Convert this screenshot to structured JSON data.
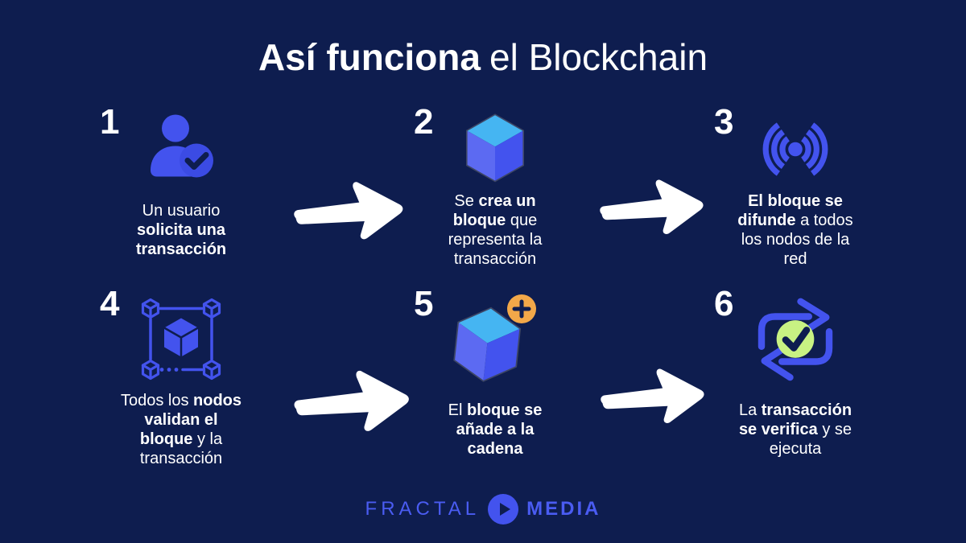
{
  "title": {
    "bold": "Así funciona",
    "regular": "el Blockchain"
  },
  "steps": [
    {
      "number": "1",
      "icon": "user-check-icon",
      "lines": [
        [
          {
            "t": "Un usuario",
            "b": false
          }
        ],
        [
          {
            "t": "solicita una",
            "b": true
          }
        ],
        [
          {
            "t": "transacción",
            "b": true
          }
        ]
      ]
    },
    {
      "number": "2",
      "icon": "cube-icon",
      "lines": [
        [
          {
            "t": "Se ",
            "b": false
          },
          {
            "t": "crea un",
            "b": true
          }
        ],
        [
          {
            "t": "bloque",
            "b": true
          },
          {
            "t": " que",
            "b": false
          }
        ],
        [
          {
            "t": "representa la",
            "b": false
          }
        ],
        [
          {
            "t": "transacción",
            "b": false
          }
        ]
      ]
    },
    {
      "number": "3",
      "icon": "broadcast-icon",
      "lines": [
        [
          {
            "t": "El bloque se",
            "b": true
          }
        ],
        [
          {
            "t": "difunde",
            "b": true
          },
          {
            "t": " a todos",
            "b": false
          }
        ],
        [
          {
            "t": "los nodos de la",
            "b": false
          }
        ],
        [
          {
            "t": "red",
            "b": false
          }
        ]
      ]
    },
    {
      "number": "4",
      "icon": "nodes-network-icon",
      "lines": [
        [
          {
            "t": "Todos los ",
            "b": false
          },
          {
            "t": "nodos",
            "b": true
          }
        ],
        [
          {
            "t": "validan el",
            "b": true
          }
        ],
        [
          {
            "t": "bloque",
            "b": true
          },
          {
            "t": " y la",
            "b": false
          }
        ],
        [
          {
            "t": "transacción",
            "b": false
          }
        ]
      ]
    },
    {
      "number": "5",
      "icon": "cube-plus-icon",
      "lines": [
        [
          {
            "t": "El ",
            "b": false
          },
          {
            "t": "bloque se",
            "b": true
          }
        ],
        [
          {
            "t": "añade a la",
            "b": true
          }
        ],
        [
          {
            "t": "cadena",
            "b": true
          }
        ]
      ]
    },
    {
      "number": "6",
      "icon": "cycle-check-icon",
      "lines": [
        [
          {
            "t": "La ",
            "b": false
          },
          {
            "t": "transacción",
            "b": true
          }
        ],
        [
          {
            "t": "se verifica",
            "b": true
          },
          {
            "t": " y se",
            "b": false
          }
        ],
        [
          {
            "t": "ejecuta",
            "b": false
          }
        ]
      ]
    }
  ],
  "footer": {
    "brand_left": "FRACTAL",
    "brand_right": "MEDIA"
  },
  "colors": {
    "background": "#0e1d4f",
    "icon_blue": "#4353ee",
    "badge_blue": "#3b4be4",
    "cube_top": "#45b5f2",
    "cube_left": "#5c6af2",
    "cube_right": "#4353ee",
    "badge_orange": "#f2a849",
    "check_green": "#c8f283",
    "logo_blue": "#4a5cf2",
    "arrow_white": "#ffffff",
    "text_white": "#ffffff"
  }
}
